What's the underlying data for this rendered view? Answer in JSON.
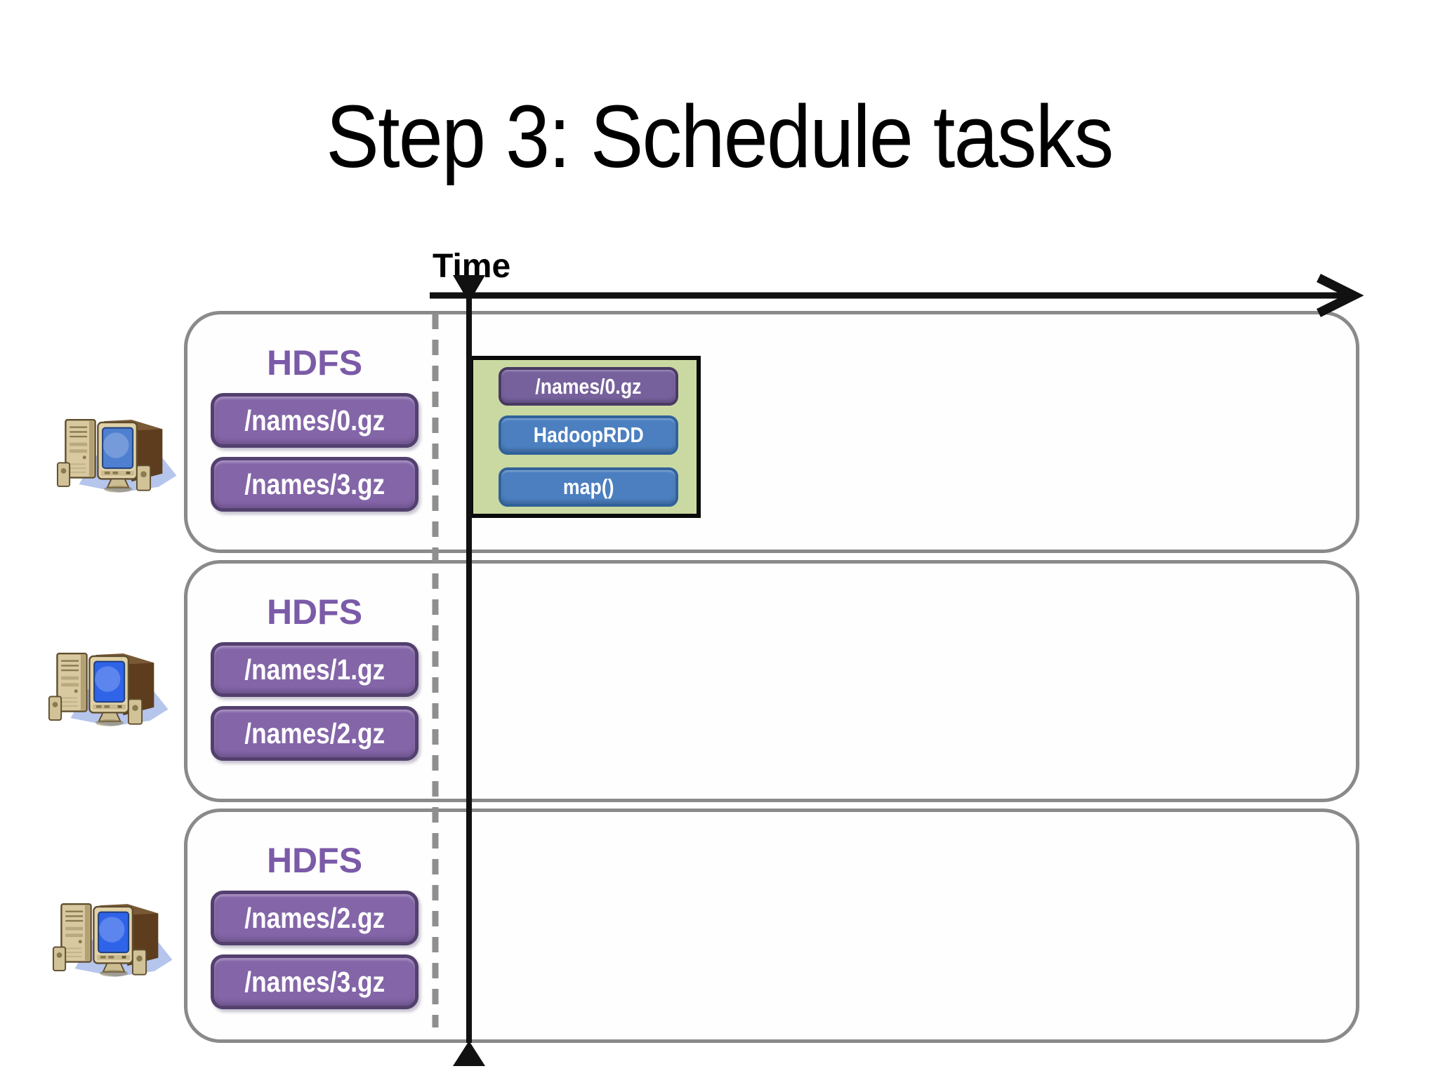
{
  "title": "Step 3: Schedule tasks",
  "timeline": {
    "label": "Time"
  },
  "workers": [
    {
      "storage_label": "HDFS",
      "blocks": [
        "/names/0.gz",
        "/names/3.gz"
      ]
    },
    {
      "storage_label": "HDFS",
      "blocks": [
        "/names/1.gz",
        "/names/2.gz"
      ]
    },
    {
      "storage_label": "HDFS",
      "blocks": [
        "/names/2.gz",
        "/names/3.gz"
      ]
    }
  ],
  "task": {
    "input_block": "/names/0.gz",
    "operations": [
      "HadoopRDD",
      "map()"
    ]
  },
  "colors": {
    "purple_fill": "#8465a8",
    "purple_border": "#53406e",
    "purple_text": "#7b5aa8",
    "blue_fill": "#4b7fc0",
    "blue_border": "#31619a",
    "green_fill": "#cad9a2",
    "box_border": "#8a8a8a",
    "line_black": "#111111",
    "dash_gray": "#8f8f8f",
    "screen_blue_a": "#4f7fd0",
    "screen_blue_b": "#2f63e8"
  }
}
